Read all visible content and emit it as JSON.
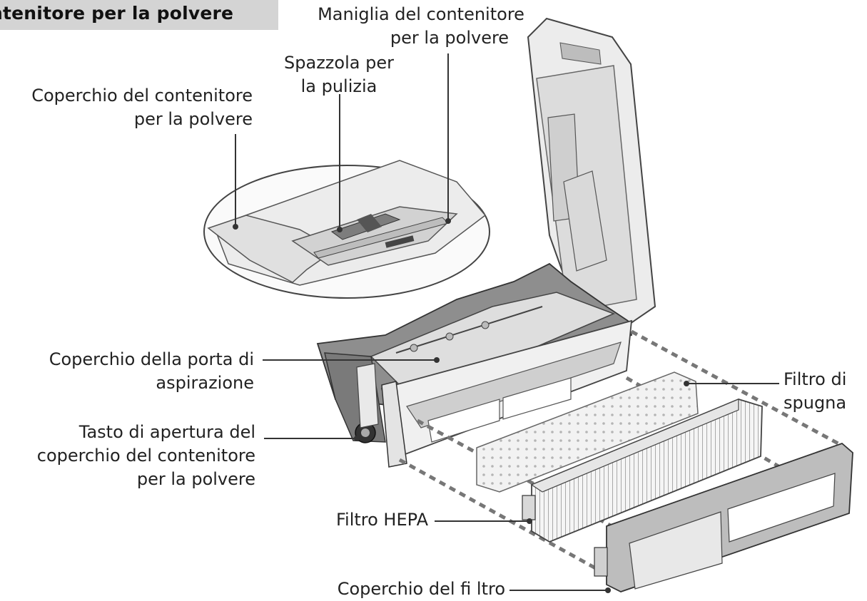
{
  "header": {
    "title": "ntenitore per la polvere"
  },
  "labels": {
    "maniglia": [
      "Maniglia del contenitore",
      "per la polvere"
    ],
    "spazzola": [
      "Spazzola per",
      "la pulizia"
    ],
    "coperchio_contenitore": [
      "Coperchio del contenitore",
      "per la polvere"
    ],
    "coperchio_porta": [
      "Coperchio della porta di",
      "aspirazione"
    ],
    "tasto": [
      "Tasto di apertura del",
      "coperchio del contenitore",
      "per la polvere"
    ],
    "filtro_spugna": [
      "Filtro di",
      "spugna"
    ],
    "filtro_hepa": [
      "Filtro HEPA"
    ],
    "coperchio_filtro": [
      "Coperchio del fi ltro"
    ]
  },
  "colors": {
    "line": "#333333",
    "part_fill": "#e6e6e6",
    "part_dark": "#8c8c8c",
    "dash": "#777777"
  }
}
